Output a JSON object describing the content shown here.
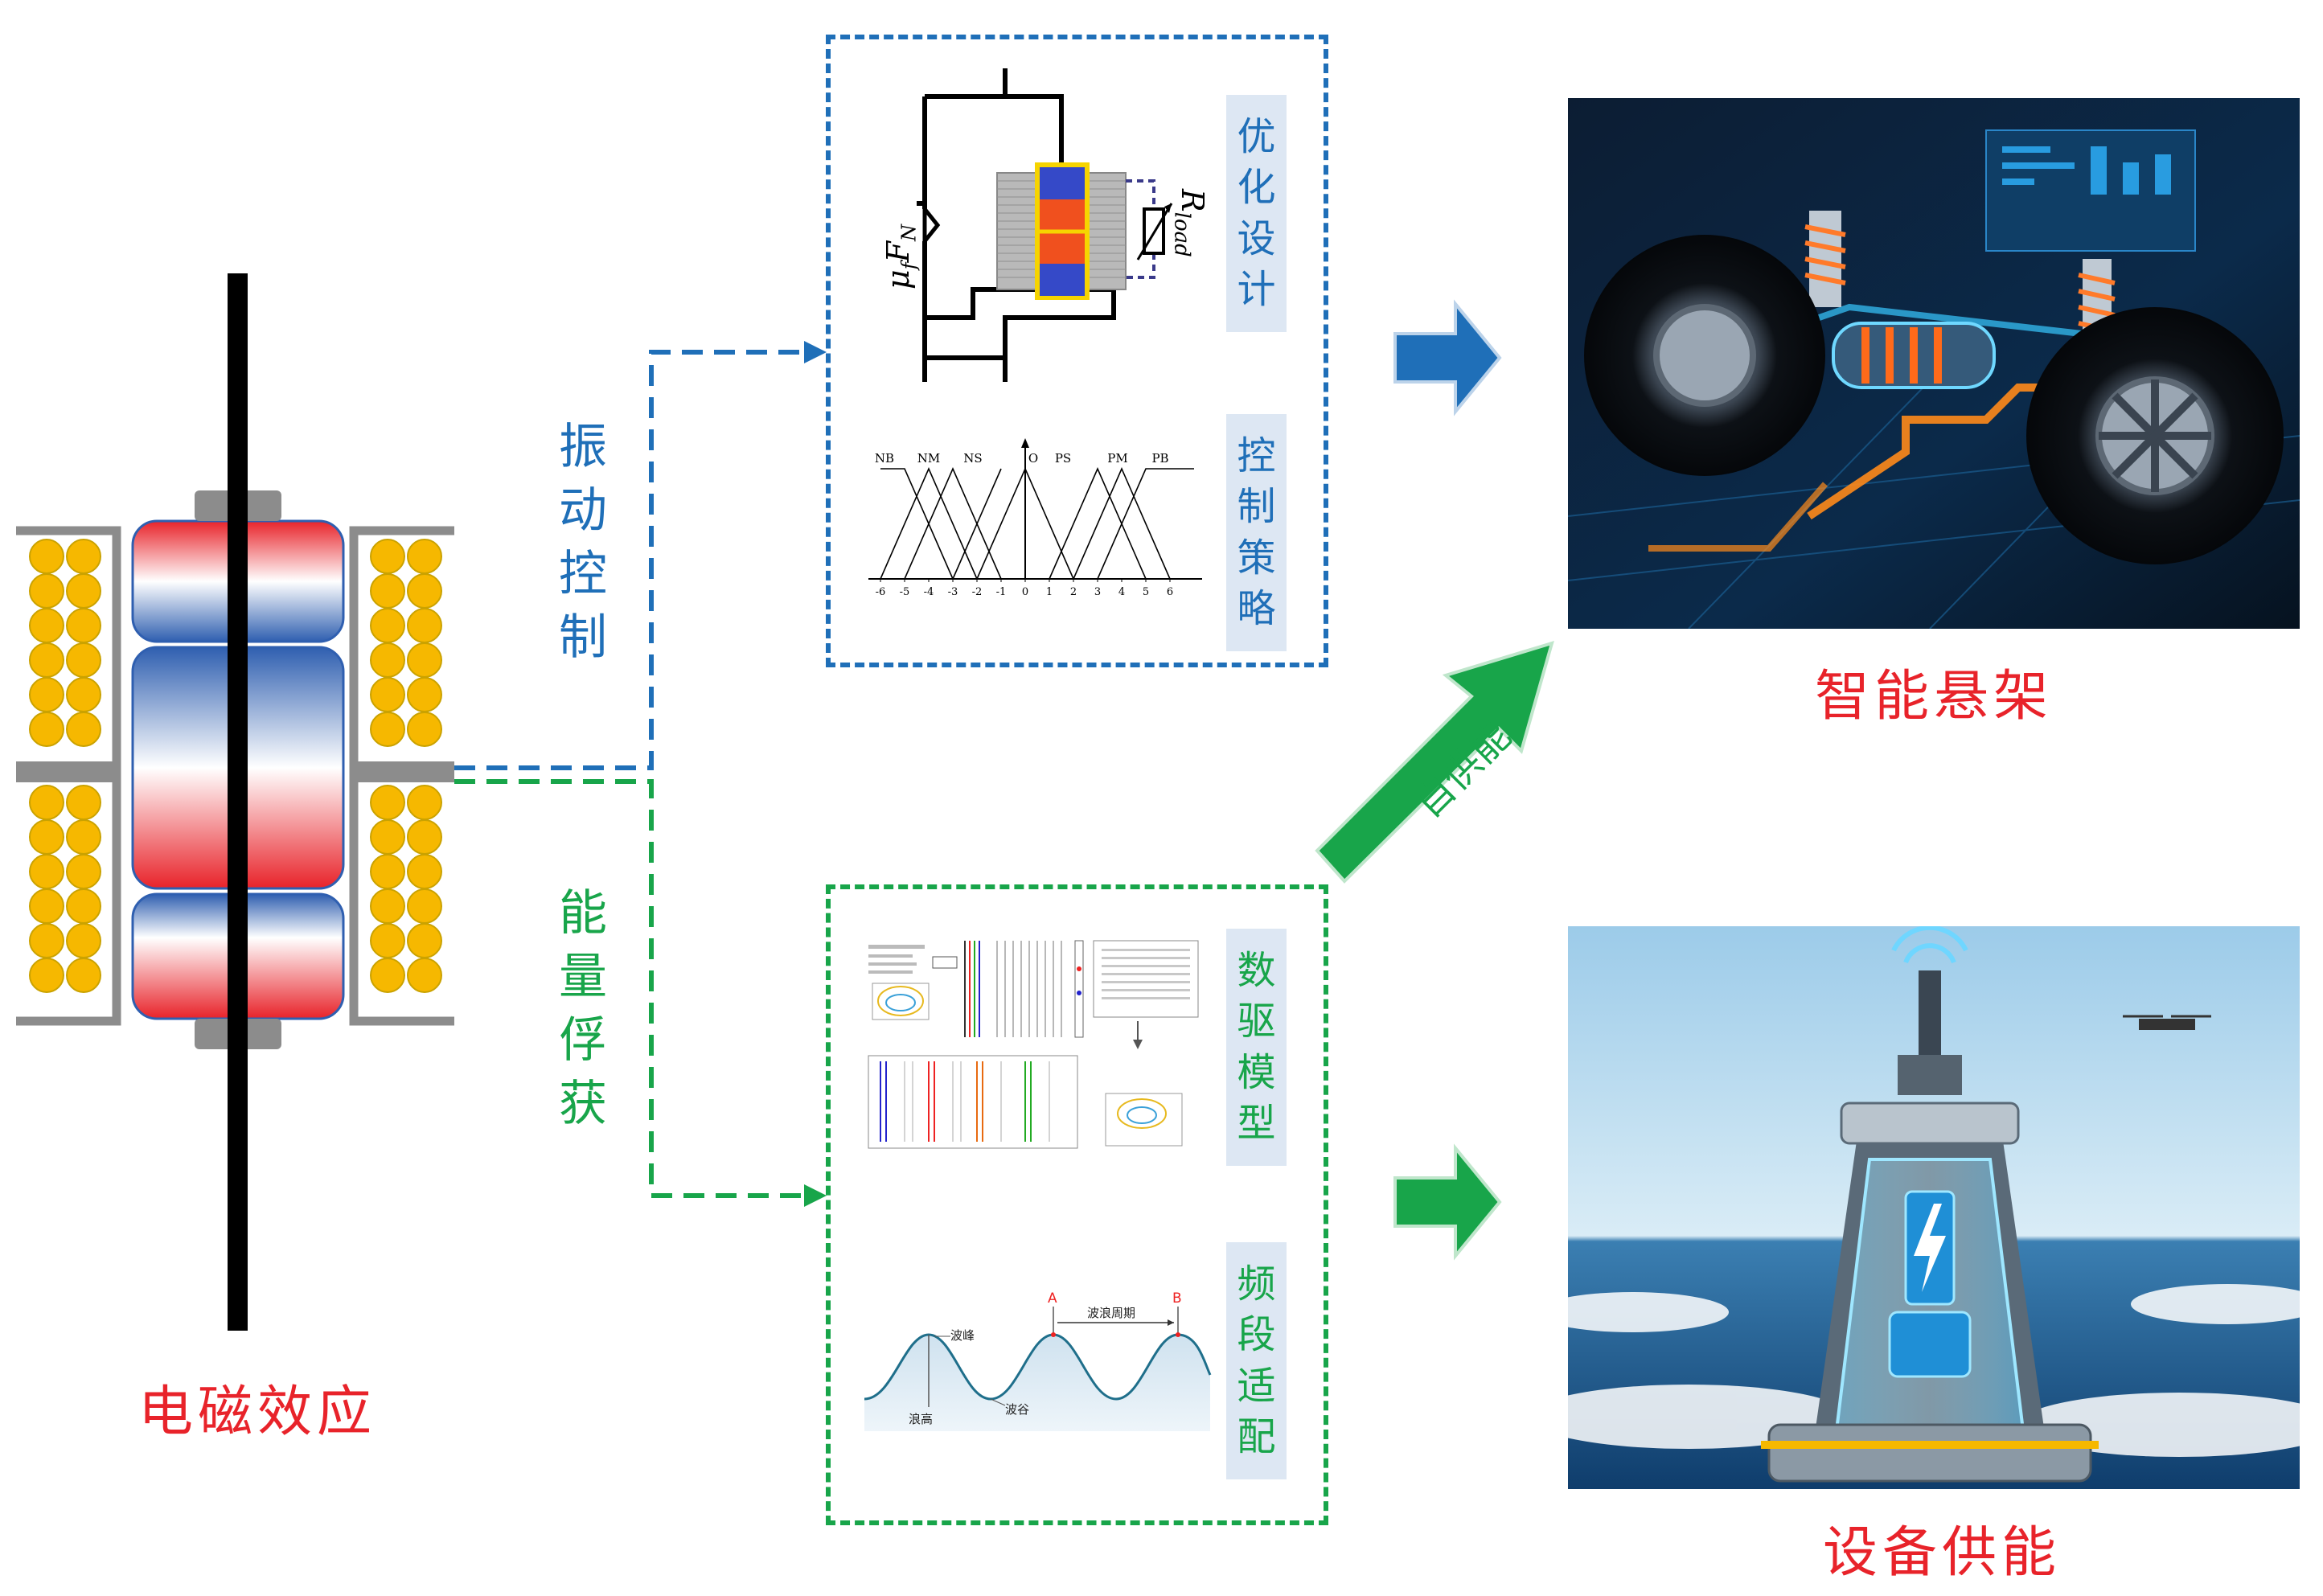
{
  "left": {
    "caption": "电磁效应"
  },
  "branches": {
    "vibration_control": [
      "振",
      "动",
      "控",
      "制"
    ],
    "energy_harvest": [
      "能",
      "量",
      "俘",
      "获"
    ]
  },
  "top_panel": {
    "label1": [
      "优",
      "化",
      "设",
      "计"
    ],
    "label2": [
      "控",
      "制",
      "策",
      "略"
    ],
    "circuit": {
      "friction_symbol": "μ",
      "friction_sub_f": "f",
      "friction_F": "F",
      "friction_sub_N": "N",
      "resistor": "R",
      "resistor_sub": "load"
    },
    "fuzzy": {
      "sets": [
        "NB",
        "NM",
        "NS",
        "O",
        "PS",
        "PM",
        "PB"
      ],
      "ticks": [
        "-6",
        "-5",
        "-4",
        "-3",
        "-2",
        "-1",
        "0",
        "1",
        "2",
        "3",
        "4",
        "5",
        "6"
      ]
    }
  },
  "bottom_panel": {
    "label1": [
      "数",
      "驱",
      "模",
      "型"
    ],
    "label2": [
      "频",
      "段",
      "适",
      "配"
    ],
    "wave": {
      "peak": "波峰",
      "trough": "波谷",
      "height": "浪高",
      "period": "波浪周期",
      "point_a": "A",
      "point_b": "B"
    }
  },
  "arrow_self_power": "自供能",
  "right": {
    "top_caption": "智能悬架",
    "bottom_caption": "设备供能"
  },
  "colors": {
    "blue": "#1f6fb8",
    "green": "#18a54a",
    "red": "#e8232a",
    "coil": "#f6b800"
  }
}
